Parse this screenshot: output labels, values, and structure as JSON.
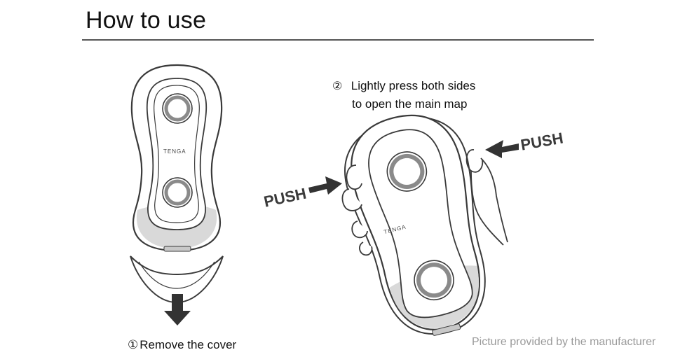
{
  "header": {
    "title": "How to use"
  },
  "steps": {
    "step1": {
      "number": "①",
      "text": "Remove the cover"
    },
    "step2": {
      "number": "②",
      "line1": "Lightly press both sides",
      "line2": "to open the main map"
    }
  },
  "labels": {
    "push_left": "PUSH",
    "push_right": "PUSH",
    "brand": "TENGA"
  },
  "credit": "Picture provided by the manufacturer"
}
